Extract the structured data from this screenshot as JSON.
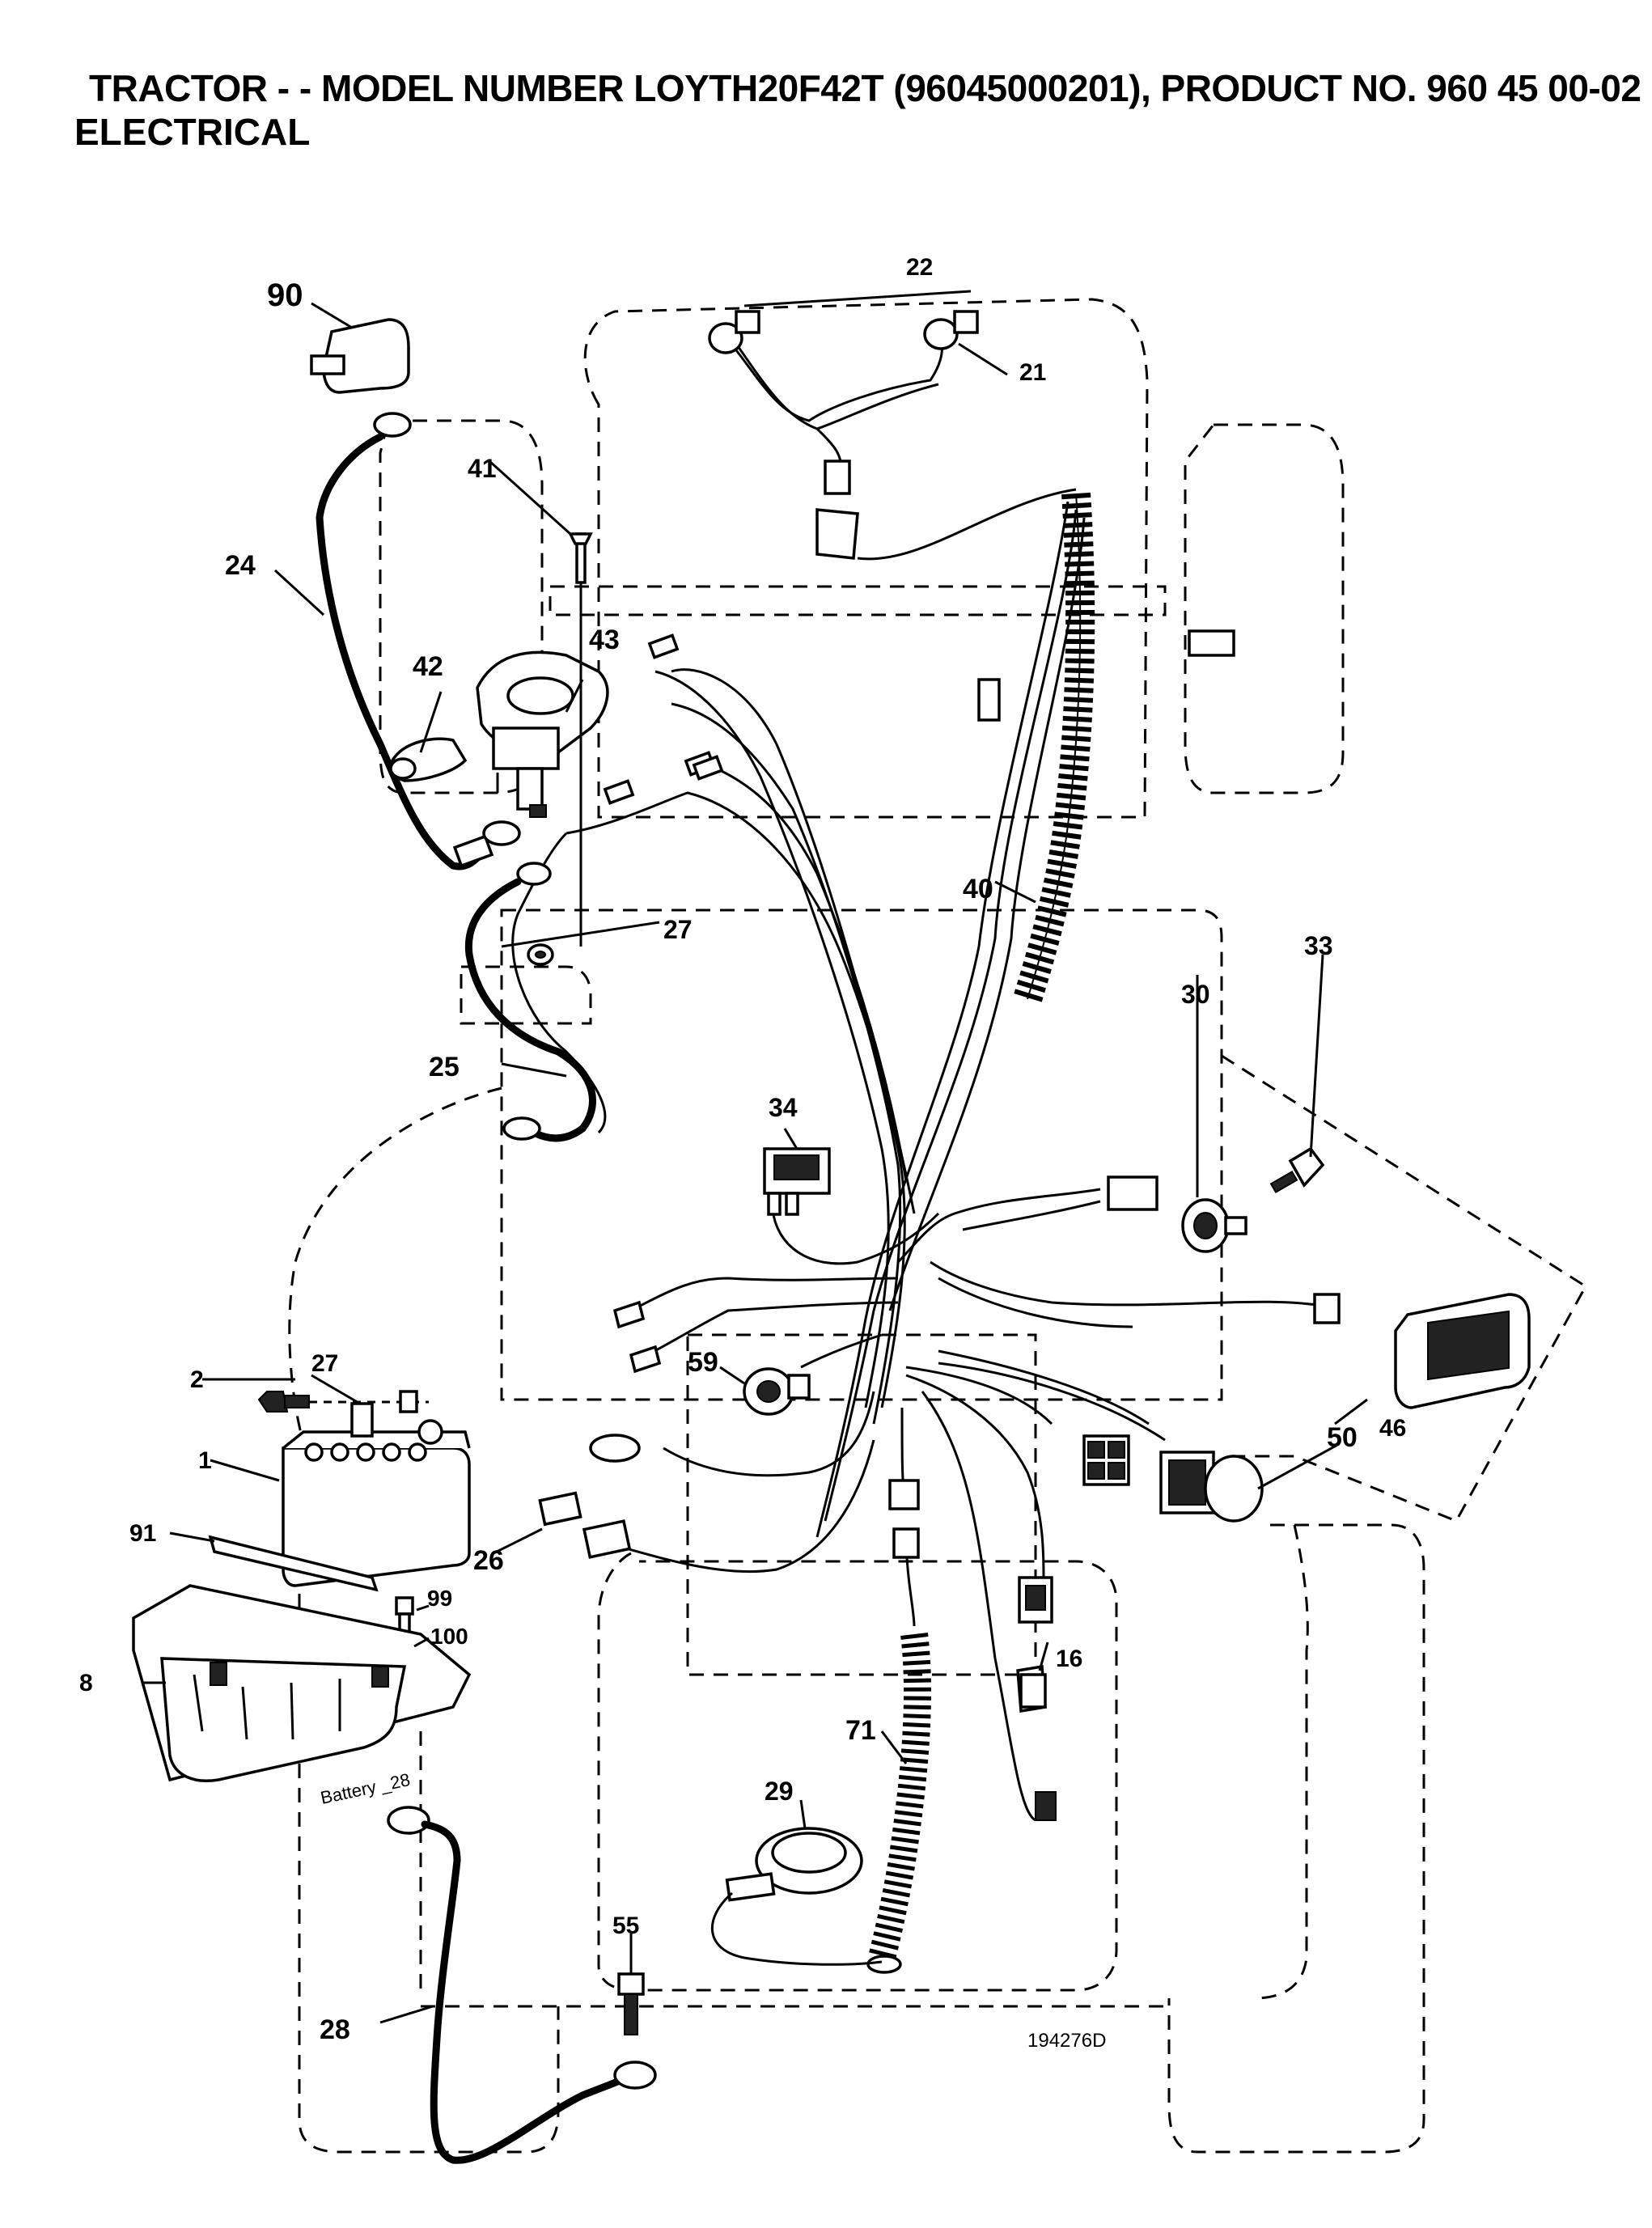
{
  "header": {
    "title": "TRACTOR - - MODEL NUMBER LOYTH20F42T (96045000201), PRODUCT NO. 960 45 00-02",
    "subtitle": "ELECTRICAL"
  },
  "callouts": {
    "c90": "90",
    "c22": "22",
    "c21": "21",
    "c41": "41",
    "c24": "24",
    "c42": "42",
    "c43": "43",
    "c40": "40",
    "c27a": "27",
    "c25": "25",
    "c33": "33",
    "c30": "30",
    "c34": "34",
    "c2": "2",
    "c27b": "27",
    "c59": "59",
    "c46": "46",
    "c1": "1",
    "c50": "50",
    "c91": "91",
    "c26": "26",
    "c99": "99",
    "c100": "100",
    "c16": "16",
    "c8": "8",
    "c71": "71",
    "c29": "29",
    "c55": "55",
    "c28": "28"
  },
  "battery_label": "Battery _28",
  "drawing_number": "194276D"
}
